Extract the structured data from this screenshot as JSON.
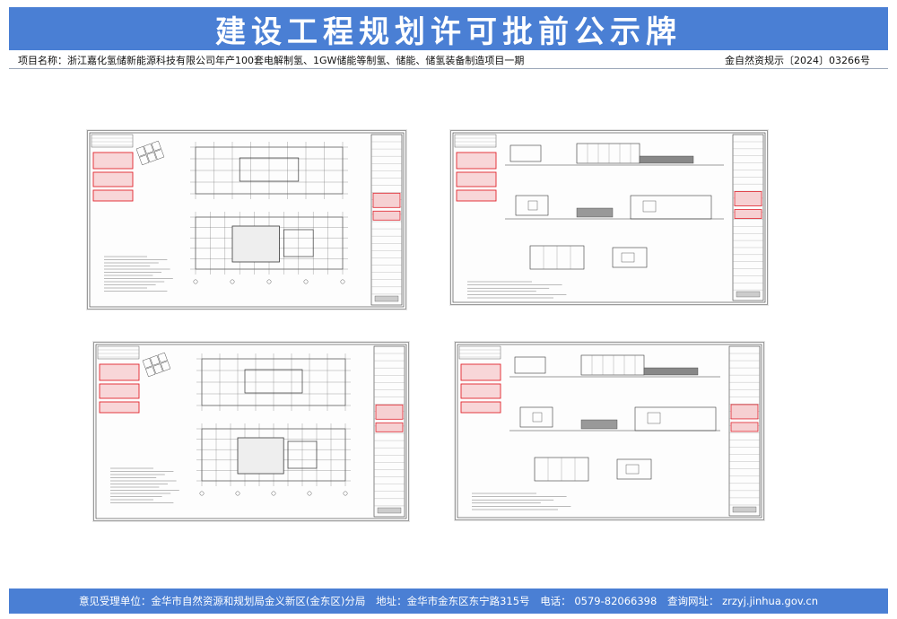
{
  "header": {
    "title": "建设工程规划许可批前公示牌"
  },
  "info": {
    "project_name": "项目名称：浙江嘉化氢储新能源科技有限公司年产100套电解制氢、1GW储能等制氢、储能、储氢装备制造项目一期",
    "permit_no": "金自然资规示〔2024〕03266号"
  },
  "drawings": [
    {
      "kind": "plan"
    },
    {
      "kind": "elevation"
    },
    {
      "kind": "plan"
    },
    {
      "kind": "elevation"
    }
  ],
  "footer": {
    "unit": "意见受理单位：金华市自然资源和规划局金义新区(金东区)分局",
    "address": "地址：金华市金东区东宁路315号",
    "phone": "电话： 0579-82066398",
    "website": "查询网址： zrzyj.jinhua.gov.cn"
  },
  "colors": {
    "band": "#4a7fd4",
    "stamp": "#e0242d",
    "line": "#3a3a3a"
  }
}
